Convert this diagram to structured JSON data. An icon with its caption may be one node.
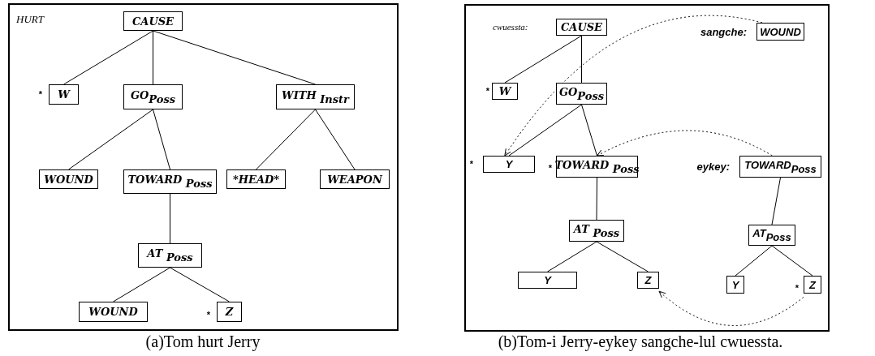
{
  "diagram": {
    "nodes": [
      {
        "text": [
          "HURT"
        ]
      },
      {
        "text": [
          "CAUSE"
        ],
        "in": 0
      },
      {
        "text": [
          "W"
        ],
        "in": 0,
        "beside": [
          "*"
        ]
      },
      {
        "text": [
          "GO$_{Poss}$"
        ],
        "in": 0
      },
      {
        "text": [
          "WITH $_{Instr}$"
        ],
        "in": 0
      },
      {
        "text": [
          "WOUND"
        ],
        "in": 0
      },
      {
        "text": [
          "TOWARD $_{Poss}$"
        ],
        "in": 0
      },
      {
        "text": [
          "*HEAD*"
        ],
        "in": 0
      },
      {
        "text": [
          "WEAPON"
        ],
        "in": 0
      },
      {
        "text": [
          "AT $_{Poss}$"
        ],
        "in": 0
      },
      {
        "text": [
          "WOUND"
        ],
        "in": 0
      },
      {
        "text": [
          "Z"
        ],
        "in": 0,
        "beside": [
          "*"
        ]
      },
      {
        "text": [
          "cwuessta:"
        ]
      },
      {
        "text": [
          "CAUSE"
        ],
        "in": 12
      },
      {
        "text": [
          "WOUND"
        ],
        "in": 12,
        "beside": [
          "sangche:"
        ]
      },
      {
        "text": [
          "W"
        ],
        "in": 12,
        "beside": [
          "*"
        ]
      },
      {
        "text": [
          "GO$_{Poss}$"
        ],
        "in": 12
      },
      {
        "text": [
          "Y"
        ],
        "in": 12,
        "beside": [
          "*"
        ]
      },
      {
        "text": [
          "TOWARD $_{Poss}$"
        ],
        "in": 12,
        "beside": [
          "*"
        ]
      },
      {
        "text": [
          "TOWARD$_{Poss}$"
        ],
        "in": 12,
        "beside": [
          "eykey:"
        ]
      },
      {
        "text": [
          "AT $_{Poss}$"
        ],
        "in": 12
      },
      {
        "text": [
          "AT$_{Poss}$"
        ],
        "in": 12
      },
      {
        "text": [
          "Y"
        ],
        "in": 12
      },
      {
        "text": [
          "Z"
        ],
        "in": 12
      },
      {
        "text": [
          "Y"
        ],
        "in": 12
      },
      {
        "text": [
          "Z"
        ],
        "in": 12,
        "beside": [
          "*"
        ]
      }
    ],
    "edges": [
      {
        "from": 1,
        "to": 2,
        "arrow": "none"
      },
      {
        "from": 1,
        "to": 3,
        "arrow": "none"
      },
      {
        "from": 1,
        "to": 4,
        "arrow": "none"
      },
      {
        "from": 3,
        "to": 5,
        "arrow": "none"
      },
      {
        "from": 3,
        "to": 6,
        "arrow": "none"
      },
      {
        "from": 4,
        "to": 7,
        "arrow": "none"
      },
      {
        "from": 4,
        "to": 8,
        "arrow": "none"
      },
      {
        "from": 6,
        "to": 9,
        "arrow": "none"
      },
      {
        "from": 9,
        "to": 10,
        "arrow": "none"
      },
      {
        "from": 9,
        "to": 11,
        "arrow": "none"
      },
      {
        "from": 13,
        "to": 15,
        "arrow": "none"
      },
      {
        "from": 13,
        "to": 16,
        "arrow": "none"
      },
      {
        "from": 16,
        "to": 17,
        "arrow": "none"
      },
      {
        "from": 16,
        "to": 18,
        "arrow": "none"
      },
      {
        "from": 18,
        "to": 20,
        "arrow": "none"
      },
      {
        "from": 20,
        "to": 22,
        "arrow": "none"
      },
      {
        "from": 20,
        "to": 23,
        "arrow": "none"
      },
      {
        "from": 19,
        "to": 21,
        "arrow": "none"
      },
      {
        "from": 21,
        "to": 24,
        "arrow": "none"
      },
      {
        "from": 21,
        "to": 25,
        "arrow": "none"
      },
      {
        "from": 14,
        "to": 17,
        "arrow": "to",
        "style": "dashed"
      },
      {
        "from": 19,
        "to": 18,
        "arrow": "to",
        "style": "dashed"
      },
      {
        "from": 25,
        "to": 23,
        "arrow": "to",
        "style": "dashed"
      }
    ],
    "labels": [
      "(a)Tom hurt Jerry",
      "(b)Tom-i Jerry-eykey sangche-lul cwuessta."
    ]
  }
}
